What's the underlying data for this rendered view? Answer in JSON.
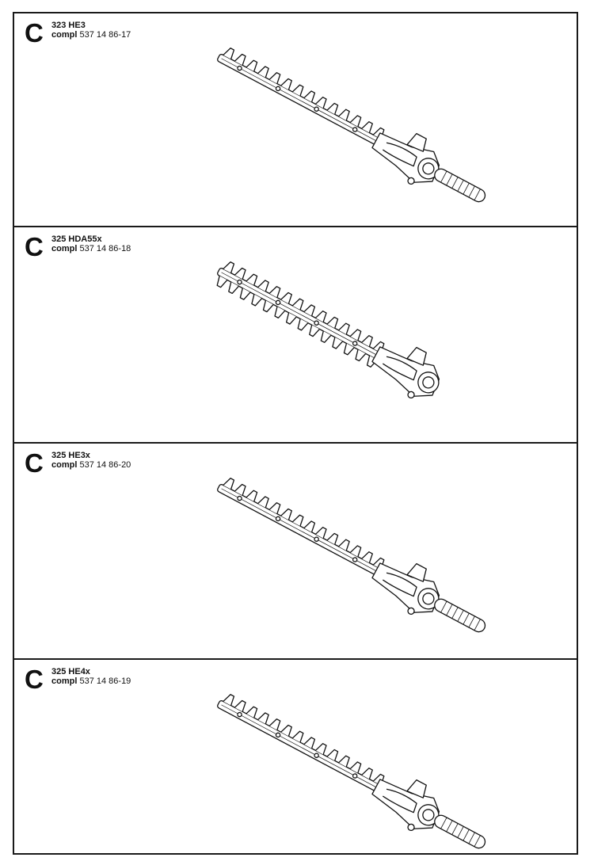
{
  "panels": [
    {
      "letter": "C",
      "model": "323 HE3",
      "compl_label": "compl",
      "part_number": "537 14 86-17",
      "variant": "hedge-trimmer-single-sided-with-shaft"
    },
    {
      "letter": "C",
      "model": "325 HDA55x",
      "compl_label": "compl",
      "part_number": "537 14 86-18",
      "variant": "hedge-trimmer-double-sided"
    },
    {
      "letter": "C",
      "model": "325 HE3x",
      "compl_label": "compl",
      "part_number": "537 14 86-20",
      "variant": "hedge-trimmer-single-sided-with-shaft"
    },
    {
      "letter": "C",
      "model": "325 HE4x",
      "compl_label": "compl",
      "part_number": "537 14 86-19",
      "variant": "hedge-trimmer-single-sided-with-shaft"
    }
  ]
}
